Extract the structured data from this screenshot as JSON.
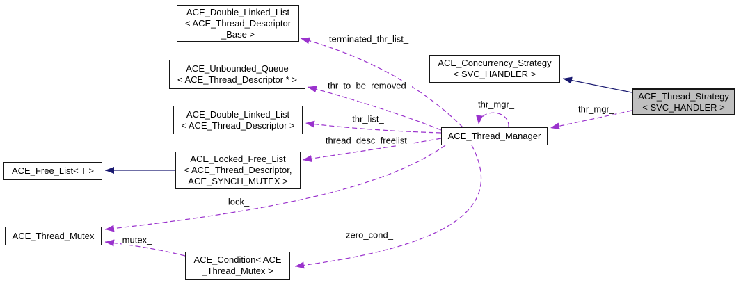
{
  "diagram": {
    "colors": {
      "usage_edge": "#9a32cd",
      "inheritance_edge": "#191970",
      "node_fill": "#ffffff",
      "node_border": "#161616",
      "highlighted_node_fill": "#bfbfbf",
      "text": "#000000",
      "background": "#ffffff"
    },
    "nodes": [
      {
        "id": "ace-double-linked-list-base",
        "label": "ACE_Double_Linked_List\n< ACE_Thread_Descriptor\n_Base >",
        "highlighted": false
      },
      {
        "id": "ace-unbounded-queue",
        "label": "ACE_Unbounded_Queue\n< ACE_Thread_Descriptor * >",
        "highlighted": false
      },
      {
        "id": "ace-double-linked-list",
        "label": "ACE_Double_Linked_List\n< ACE_Thread_Descriptor >",
        "highlighted": false
      },
      {
        "id": "ace-locked-free-list",
        "label": "ACE_Locked_Free_List\n< ACE_Thread_Descriptor,\nACE_SYNCH_MUTEX >",
        "highlighted": false
      },
      {
        "id": "ace-free-list",
        "label": "ACE_Free_List< T >",
        "highlighted": false
      },
      {
        "id": "ace-thread-mutex",
        "label": "ACE_Thread_Mutex",
        "highlighted": false
      },
      {
        "id": "ace-condition",
        "label": "ACE_Condition< ACE\n_Thread_Mutex >",
        "highlighted": false
      },
      {
        "id": "ace-concurrency-strategy",
        "label": "ACE_Concurrency_Strategy\n< SVC_HANDLER >",
        "highlighted": false
      },
      {
        "id": "ace-thread-strategy",
        "label": "ACE_Thread_Strategy\n< SVC_HANDLER >",
        "highlighted": true
      },
      {
        "id": "ace-thread-manager",
        "label": "ACE_Thread_Manager",
        "highlighted": false
      }
    ],
    "edge_labels": {
      "terminated_thr_list": "terminated_thr_list_",
      "thr_to_be_removed": "thr_to_be_removed_",
      "thr_list": "thr_list_",
      "thread_desc_freelist": "thread_desc_freelist_",
      "lock": "lock_",
      "mutex": "mutex_",
      "zero_cond": "zero_cond_",
      "thr_mgr_self": "thr_mgr_",
      "thr_mgr_strategy": "thr_mgr_"
    }
  }
}
